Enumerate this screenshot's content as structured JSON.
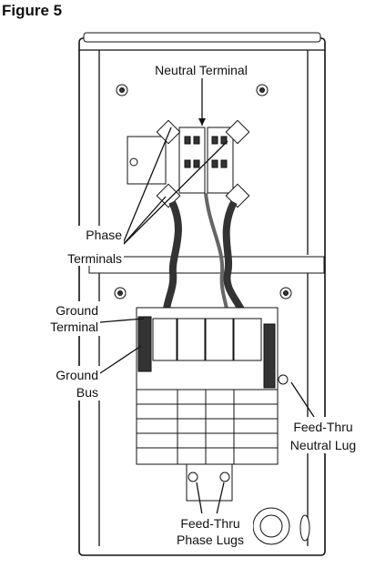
{
  "figure": {
    "title": "Figure 5"
  },
  "labels": {
    "neutral_terminal": "Neutral Terminal",
    "phase_line1": "Phase",
    "phase_line2": "Terminals",
    "ground_terminal_line1": "Ground",
    "ground_terminal_line2": "Terminal",
    "ground_bus_line1": "Ground",
    "ground_bus_line2": "Bus",
    "feed_thru_neutral_line1": "Feed-Thru",
    "feed_thru_neutral_line2": "Neutral Lug",
    "feed_thru_phase_line1": "Feed-Thru",
    "feed_thru_phase_line2": "Phase Lugs"
  }
}
